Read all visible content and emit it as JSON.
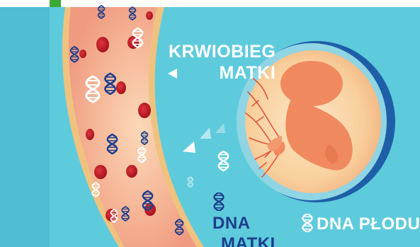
{
  "labels": {
    "maternal_circulation_line1": "KRWIOBIEG",
    "maternal_circulation_line2": "MATKI",
    "maternal_dna_line1": "DNA",
    "maternal_dna_line2": "MATKI",
    "fetal_dna": "DNA PŁODU"
  },
  "colors": {
    "background": "#5ecbdc",
    "vessel_fill": "#f4a98e",
    "vessel_wall": "#f0c27f",
    "red_cell": "#b3121c",
    "maternal_dna": "#1c3d8c",
    "fetal_dna": "#ffffff",
    "uterus_outer": "#1e5fa8",
    "embryo": "#f08a5e",
    "accent_green": "#3aaa35"
  },
  "icons": {
    "dna_helix": "dna-helix-icon",
    "flow_arrow": "arrow-left-icon"
  }
}
